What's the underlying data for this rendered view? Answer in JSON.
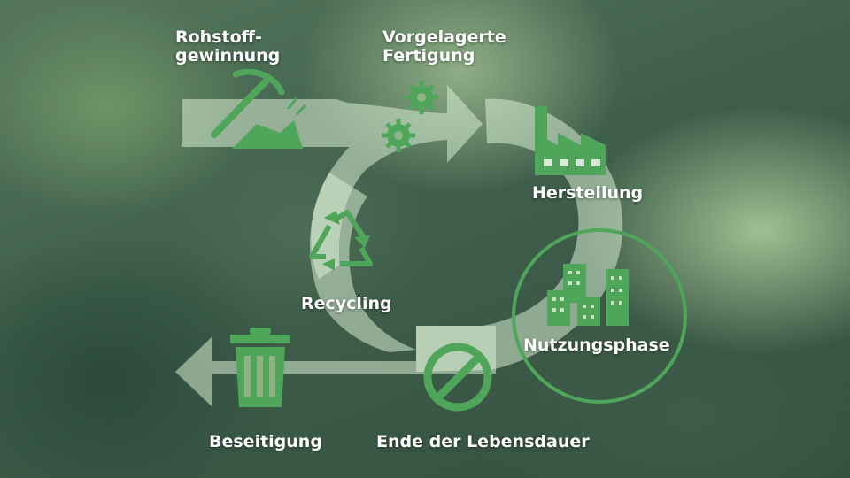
{
  "labels": {
    "rohstoff": "Rohstoff-\ngewinnung",
    "vorgelagert": "Vorgelagerte\nFertigung",
    "herstellung": "Herstellung",
    "nutzung": "Nutzungsphase",
    "recycling": "Recycling",
    "ende": "Ende der Lebensdauer",
    "beseitigung": "Beseitigung"
  },
  "icons": {
    "rohstoff": "pickaxe-icon",
    "vorgelagert": "gears-icon",
    "herstellung": "factory-icon",
    "nutzung": "buildings-icon",
    "recycling": "recycle-icon",
    "ende": "prohibited-icon",
    "beseitigung": "trash-can-icon"
  },
  "colors": {
    "accent_green": "#4fa65a",
    "arrow_fill": "#d7ecd2",
    "label_text": "#ffffff"
  }
}
